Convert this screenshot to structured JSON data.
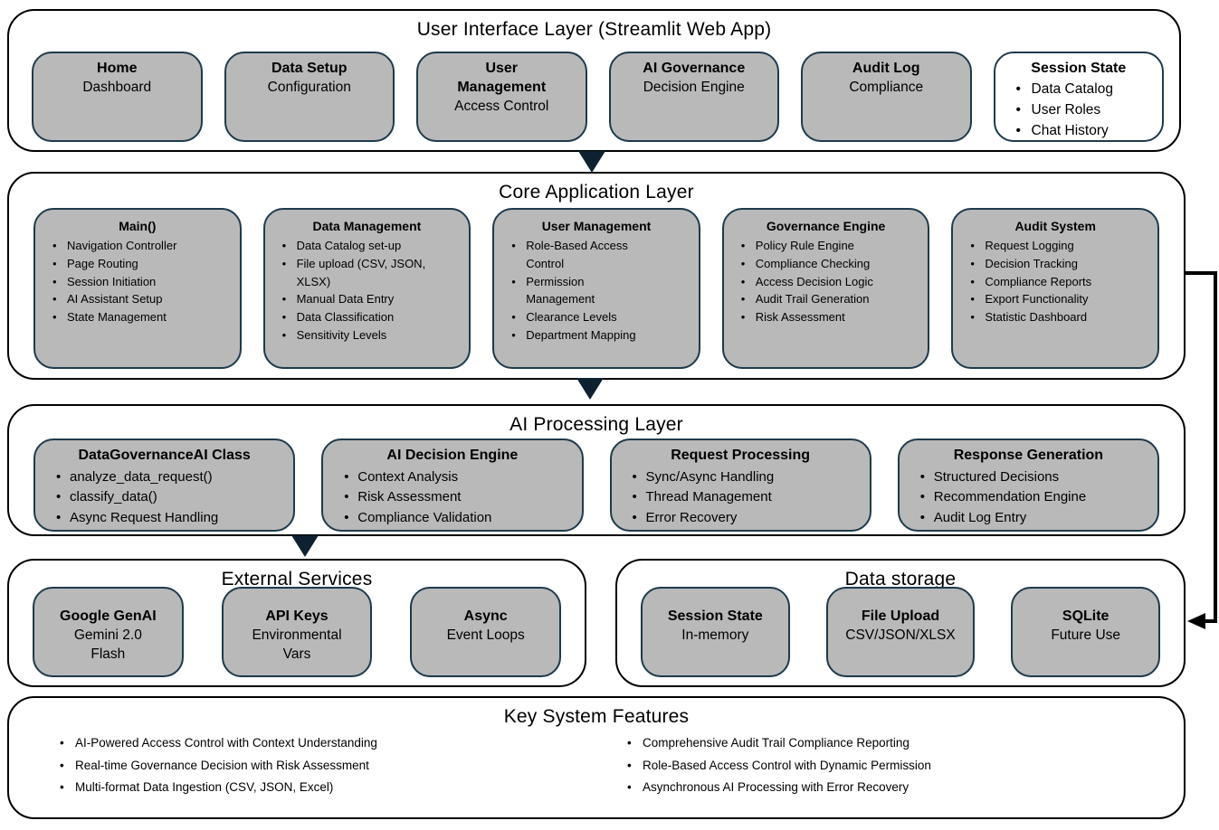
{
  "colors": {
    "box_fill": "#b9b9b9",
    "box_border": "#1e3a4c",
    "outline": "#000000",
    "arrow": "#0d2230",
    "text": "#000000"
  },
  "layers": {
    "ui": {
      "title": "User Interface Layer (Streamlit Web App)",
      "boxes": [
        {
          "title": "Home",
          "lines": [
            "Dashboard"
          ]
        },
        {
          "title": "Data Setup",
          "lines": [
            "Configuration"
          ]
        },
        {
          "title": "User\nManagement",
          "lines": [
            "Access Control"
          ]
        },
        {
          "title": "AI Governance",
          "lines": [
            "Decision Engine"
          ]
        },
        {
          "title": "Audit Log",
          "lines": [
            "Compliance"
          ]
        },
        {
          "title": "Session State",
          "variant": "light",
          "bullets": [
            "Data Catalog",
            "User Roles",
            "Chat History"
          ]
        }
      ]
    },
    "core": {
      "title": "Core Application Layer",
      "boxes": [
        {
          "title": "Main()",
          "bullets": [
            "Navigation Controller",
            "Page Routing",
            "Session Initiation",
            "AI Assistant Setup",
            "State Management"
          ]
        },
        {
          "title": "Data Management",
          "bullets": [
            "Data Catalog set-up",
            "File upload (CSV, JSON,\nXLSX)",
            "Manual Data Entry",
            "Data Classification",
            "Sensitivity Levels"
          ]
        },
        {
          "title": "User Management",
          "bullets": [
            "Role-Based Access\nControl",
            "Permission\nManagement",
            "Clearance Levels",
            "Department Mapping"
          ]
        },
        {
          "title": "Governance Engine",
          "bullets": [
            "Policy Rule Engine",
            "Compliance Checking",
            "Access Decision Logic",
            "Audit Trail Generation",
            "Risk Assessment"
          ]
        },
        {
          "title": "Audit System",
          "bullets": [
            "Request Logging",
            "Decision Tracking",
            "Compliance Reports",
            "Export Functionality",
            "Statistic Dashboard"
          ]
        }
      ]
    },
    "ai": {
      "title": "AI Processing Layer",
      "boxes": [
        {
          "title": "DataGovernanceAI Class",
          "bullets": [
            "analyze_data_request()",
            "classify_data()",
            "Async Request Handling"
          ]
        },
        {
          "title": "AI Decision Engine",
          "bullets": [
            "Context Analysis",
            "Risk Assessment",
            "Compliance Validation"
          ]
        },
        {
          "title": "Request Processing",
          "bullets": [
            "Sync/Async Handling",
            "Thread Management",
            "Error Recovery"
          ]
        },
        {
          "title": "Response Generation",
          "bullets": [
            "Structured Decisions",
            "Recommendation Engine",
            "Audit Log Entry"
          ]
        }
      ]
    },
    "external": {
      "title": "External Services",
      "boxes": [
        {
          "title": "Google GenAI",
          "lines": [
            "Gemini 2.0\nFlash"
          ]
        },
        {
          "title": "API Keys",
          "lines": [
            "Environmental\nVars"
          ]
        },
        {
          "title": "Async",
          "lines": [
            "Event Loops"
          ]
        }
      ]
    },
    "storage": {
      "title": "Data storage",
      "boxes": [
        {
          "title": "Session State",
          "lines": [
            "In-memory"
          ]
        },
        {
          "title": "File Upload",
          "lines": [
            "CSV/JSON/XLSX"
          ]
        },
        {
          "title": "SQLite",
          "lines": [
            "Future Use"
          ]
        }
      ]
    },
    "features": {
      "title": "Key System Features",
      "left": [
        "AI-Powered Access Control with Context Understanding",
        "Real-time Governance Decision with Risk Assessment",
        "Multi-format Data Ingestion (CSV, JSON, Excel)"
      ],
      "right": [
        "Comprehensive Audit Trail Compliance Reporting",
        "Role-Based Access Control with Dynamic Permission",
        "Asynchronous AI Processing with Error Recovery"
      ]
    }
  }
}
